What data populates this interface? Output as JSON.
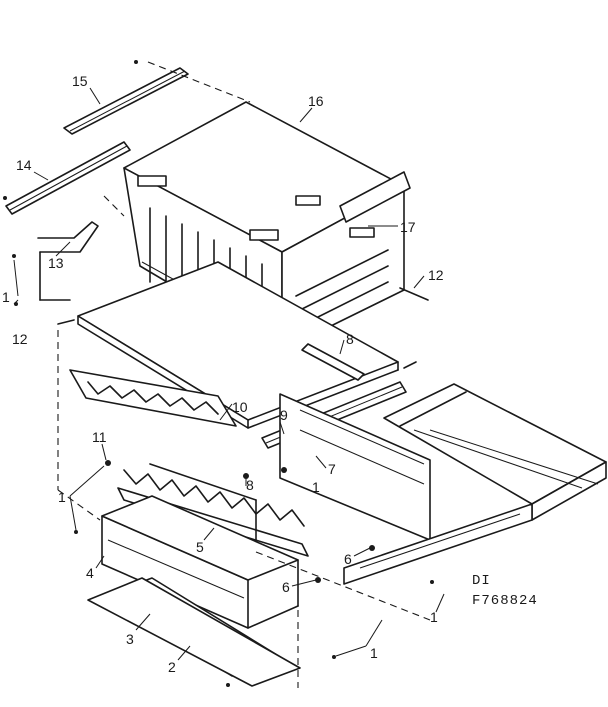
{
  "diagram": {
    "part_labels": [
      "15",
      "16",
      "14",
      "17",
      "13",
      "12",
      "1",
      "12",
      "8",
      "10",
      "9",
      "11",
      "7",
      "8",
      "1",
      "1",
      "5",
      "6",
      "4",
      "6",
      "3",
      "2",
      "1",
      "1"
    ],
    "reference_code": "DI",
    "reference_number": "F768824"
  }
}
